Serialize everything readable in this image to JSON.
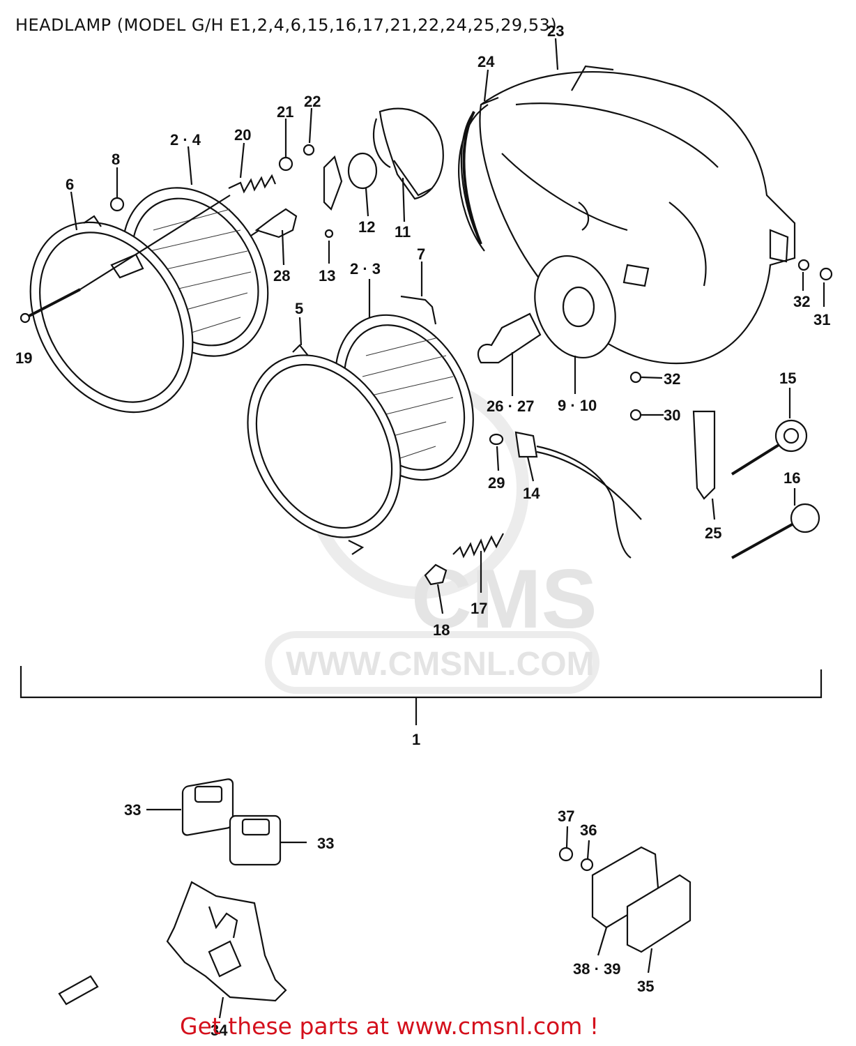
{
  "diagram": {
    "title": "HEADLAMP (MODEL G/H E1,2,4,6,15,16,17,21,22,24,25,29,53)",
    "footer": "Get these parts at www.cmsnl.com !",
    "watermark": {
      "logo_text": "CMS",
      "url_text": "WWW.CMSNL.COM"
    },
    "callouts": [
      {
        "id": "c23",
        "text": "23"
      },
      {
        "id": "c24",
        "text": "24"
      },
      {
        "id": "c22",
        "text": "22"
      },
      {
        "id": "c21",
        "text": "21"
      },
      {
        "id": "c20",
        "text": "20"
      },
      {
        "id": "c2-4",
        "text": "2 · 4"
      },
      {
        "id": "c8",
        "text": "8"
      },
      {
        "id": "c6",
        "text": "6"
      },
      {
        "id": "c12",
        "text": "12"
      },
      {
        "id": "c11",
        "text": "11"
      },
      {
        "id": "c28",
        "text": "28"
      },
      {
        "id": "c13",
        "text": "13"
      },
      {
        "id": "c7",
        "text": "7"
      },
      {
        "id": "c2-3",
        "text": "2 · 3"
      },
      {
        "id": "c5",
        "text": "5"
      },
      {
        "id": "c19",
        "text": "19"
      },
      {
        "id": "c32a",
        "text": "32"
      },
      {
        "id": "c31",
        "text": "31"
      },
      {
        "id": "c32b",
        "text": "32"
      },
      {
        "id": "c26-27",
        "text": "26 · 27"
      },
      {
        "id": "c9-10",
        "text": "9 · 10"
      },
      {
        "id": "c15",
        "text": "15"
      },
      {
        "id": "c30",
        "text": "30"
      },
      {
        "id": "c29",
        "text": "29"
      },
      {
        "id": "c14",
        "text": "14"
      },
      {
        "id": "c16",
        "text": "16"
      },
      {
        "id": "c25",
        "text": "25"
      },
      {
        "id": "c17",
        "text": "17"
      },
      {
        "id": "c18",
        "text": "18"
      },
      {
        "id": "c1",
        "text": "1"
      },
      {
        "id": "c33a",
        "text": "33"
      },
      {
        "id": "c33b",
        "text": "33"
      },
      {
        "id": "c37",
        "text": "37"
      },
      {
        "id": "c36",
        "text": "36"
      },
      {
        "id": "c38-39",
        "text": "38 · 39"
      },
      {
        "id": "c35",
        "text": "35"
      },
      {
        "id": "c34",
        "text": "34"
      }
    ]
  }
}
